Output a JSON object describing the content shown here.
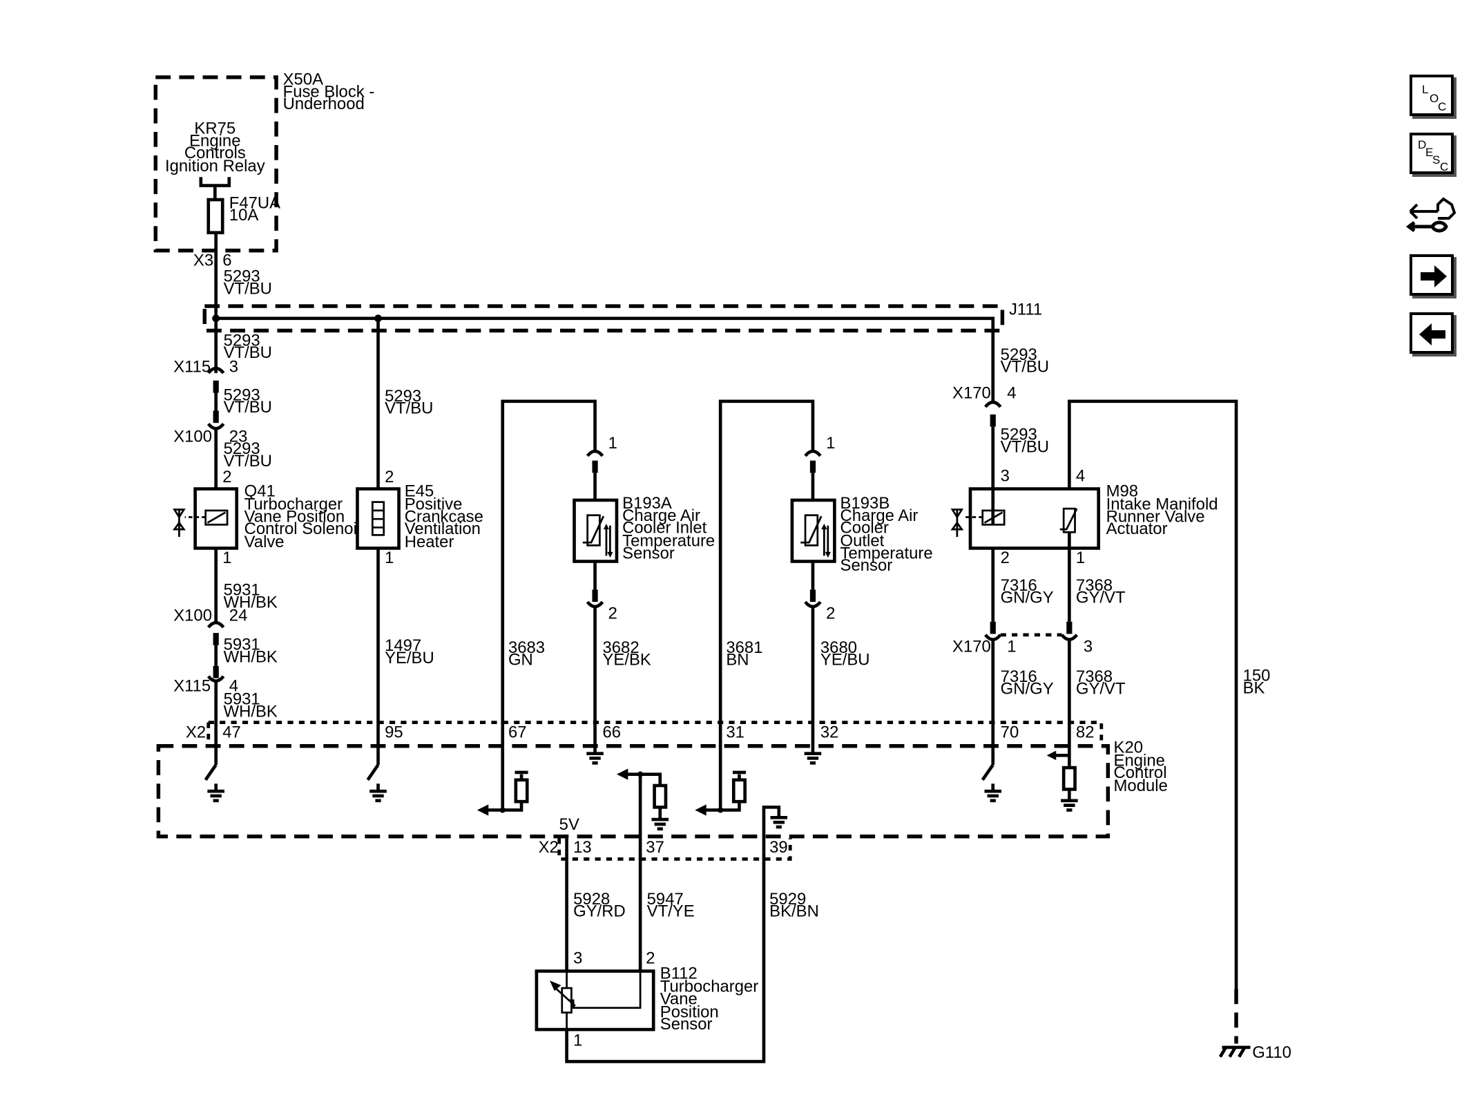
{
  "nav": {
    "loc": {
      "l": "L",
      "o": "O",
      "c": "C"
    },
    "desc": {
      "d": "D",
      "e": "E",
      "s": "S",
      "c": "C"
    }
  },
  "fuse_block": {
    "id": "X50A",
    "name_l1": "Fuse Block -",
    "name_l2": "Underhood",
    "relay_l1": "KR75",
    "relay_l2": "Engine",
    "relay_l3": "Controls",
    "relay_l4": "Ignition Relay",
    "fuse_id": "F47UA",
    "fuse_rating": "10A",
    "connector": "X3",
    "pin": "6"
  },
  "splice": "J111",
  "connectors": {
    "x115": "X115",
    "x100": "X100",
    "x170": "X170",
    "x2": "X2",
    "x115_pin_top": "3",
    "x100_pin_top": "23",
    "x100_pin_bot": "24",
    "x115_pin_bot": "4",
    "x170_pin_top": "4",
    "x170_pin_1": "1",
    "x170_pin_3": "3"
  },
  "wires": {
    "w5293_n": "5293",
    "w5293_c": "VT/BU",
    "w5931_n": "5931",
    "w5931_c": "WH/BK",
    "w1497_n": "1497",
    "w1497_c": "YE/BU",
    "w3683_n": "3683",
    "w3683_c": "GN",
    "w3682_n": "3682",
    "w3682_c": "YE/BK",
    "w3681_n": "3681",
    "w3681_c": "BN",
    "w3680_n": "3680",
    "w3680_c": "YE/BU",
    "w7316_n": "7316",
    "w7316_c": "GN/GY",
    "w7368_n": "7368",
    "w7368_c": "GY/VT",
    "w150_n": "150",
    "w150_c": "BK",
    "w5928_n": "5928",
    "w5928_c": "GY/RD",
    "w5947_n": "5947",
    "w5947_c": "VT/YE",
    "w5929_n": "5929",
    "w5929_c": "BK/BN"
  },
  "components": {
    "q41": {
      "id": "Q41",
      "l1": "Turbocharger",
      "l2": "Vane Position",
      "l3": "Control Solenoid",
      "l4": "Valve",
      "pin_top": "2",
      "pin_bot": "1"
    },
    "e45": {
      "id": "E45",
      "l1": "Positive",
      "l2": "Crankcase",
      "l3": "Ventilation",
      "l4": "Heater",
      "pin_top": "2",
      "pin_bot": "1"
    },
    "b193a": {
      "id": "B193A",
      "l1": "Charge Air",
      "l2": "Cooler Inlet",
      "l3": "Temperature",
      "l4": "Sensor",
      "pin_top": "1",
      "pin_bot": "2"
    },
    "b193b": {
      "id": "B193B",
      "l1": "Charge Air",
      "l2": "Cooler",
      "l3": "Outlet",
      "l4": "Temperature",
      "l5": "Sensor",
      "pin_top": "1",
      "pin_bot": "2"
    },
    "m98": {
      "id": "M98",
      "l1": "Intake Manifold",
      "l2": "Runner Valve",
      "l3": "Actuator",
      "pin3": "3",
      "pin4": "4",
      "pin2": "2",
      "pin1": "1"
    },
    "b112": {
      "id": "B112",
      "l1": "Turbocharger",
      "l2": "Vane",
      "l3": "Position",
      "l4": "Sensor",
      "pin3": "3",
      "pin2": "2",
      "pin1": "1"
    }
  },
  "ecm": {
    "id": "K20",
    "l1": "Engine",
    "l2": "Control",
    "l3": "Module",
    "pins_top": [
      "47",
      "95",
      "67",
      "66",
      "31",
      "32",
      "70",
      "82"
    ],
    "pins_bot": [
      "13",
      "37",
      "39"
    ],
    "supply": "5V"
  },
  "ground": "G110"
}
